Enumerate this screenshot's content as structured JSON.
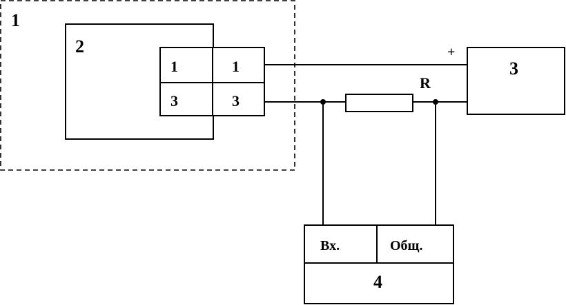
{
  "diagram": {
    "blocks": {
      "outer": "1",
      "inner": "2",
      "supply": "3",
      "meter": "4"
    },
    "connector": {
      "rows": [
        {
          "left": "1",
          "right": "1"
        },
        {
          "left": "3",
          "right": "3"
        }
      ]
    },
    "resistor_label": "R",
    "polarity": "+",
    "meter_terminals": {
      "input": "Вх.",
      "common": "Общ."
    }
  }
}
